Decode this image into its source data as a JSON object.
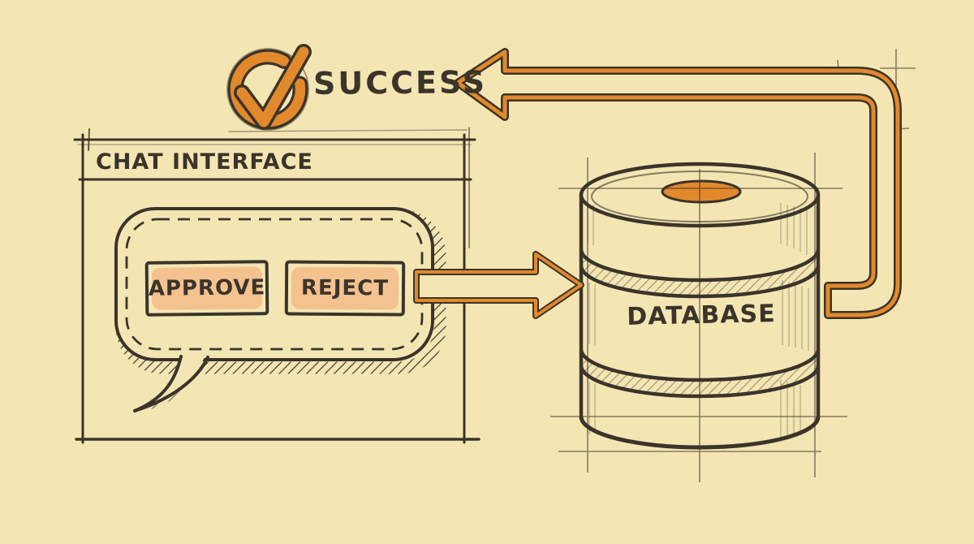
{
  "canvas": {
    "background": "#f4e6b3",
    "ink": "#3b342b",
    "accent_orange": "#e2892c",
    "button_fill": "#f3c28f"
  },
  "success_banner": {
    "label": "SUCCESS",
    "icon": "check-circle-icon"
  },
  "chat_window": {
    "title": "CHAT INTERFACE",
    "buttons": [
      {
        "label": "APPROVE"
      },
      {
        "label": "REJECT"
      }
    ]
  },
  "database": {
    "label": "DATABASE",
    "slot_color": "#e2892c"
  },
  "arrows": {
    "submit_arrow": "chat-interface-to-database",
    "return_arrow": "database-to-success"
  }
}
